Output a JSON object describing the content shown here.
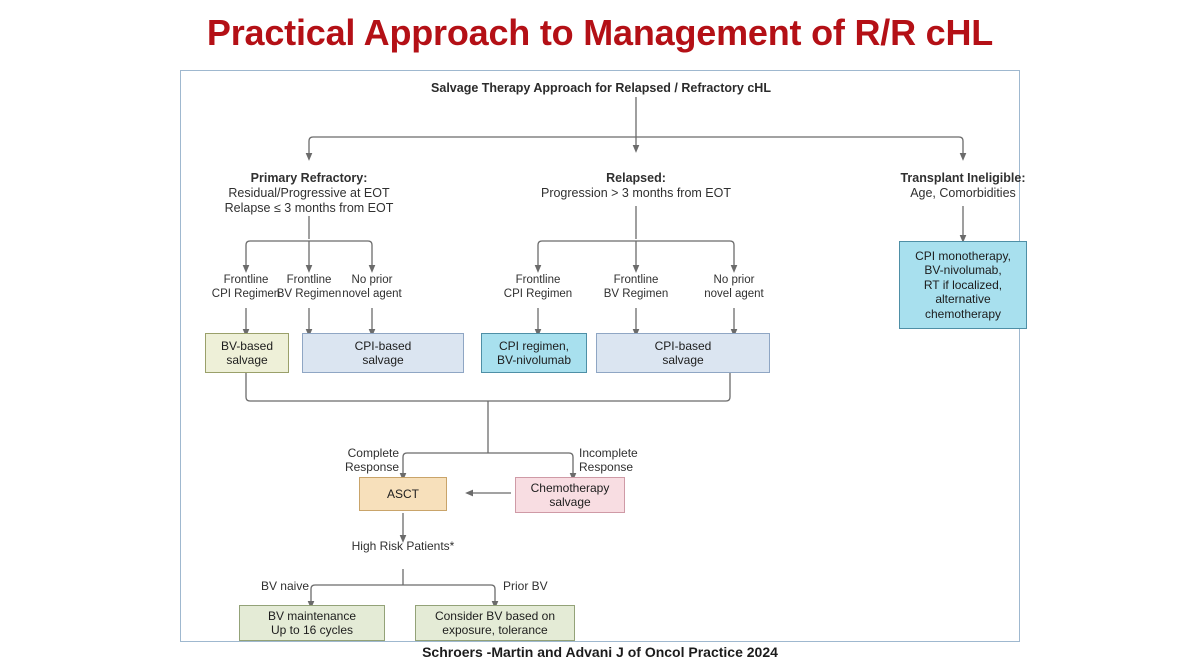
{
  "slide": {
    "title": "Practical Approach to Management of R/R cHL",
    "title_color": "#b41016",
    "citation": "Schroers -Martin and Advani  J of Oncol Practice 2024"
  },
  "figure": {
    "header": "Salvage Therapy Approach for Relapsed / Refractory cHL",
    "border_color": "#9fb8cf",
    "branches": [
      {
        "heading": "Primary Refractory:",
        "detail_line1": "Residual/Progressive at EOT",
        "detail_line2": "Relapse ≤ 3 months from EOT",
        "children": [
          {
            "line1": "Frontline",
            "bold": "CPI",
            "line2_rest": " Regimen"
          },
          {
            "line1": "Frontline",
            "bold": "BV",
            "line2_rest": " Regimen"
          },
          {
            "line1": "No prior",
            "bold": "",
            "line2_rest": "novel agent"
          }
        ]
      },
      {
        "heading": "Relapsed:",
        "detail_line1": "Progression > 3 months from EOT",
        "detail_line2": "",
        "children": [
          {
            "line1": "Frontline",
            "bold": "CPI",
            "line2_rest": " Regimen"
          },
          {
            "line1": "Frontline",
            "bold": "BV",
            "line2_rest": " Regimen"
          },
          {
            "line1": "No prior",
            "bold": "",
            "line2_rest": "novel agent"
          }
        ]
      },
      {
        "heading": "Transplant Ineligible:",
        "detail_line1": "Age, Comorbidities",
        "detail_line2": "",
        "children": []
      }
    ],
    "treatment_boxes": {
      "bv_based": {
        "line1": "BV-based",
        "line2": "salvage",
        "color": "#eef0d8"
      },
      "cpi_based_left": {
        "line1": "CPI-based",
        "line2": "salvage",
        "color": "#dbe5f1"
      },
      "cpi_regimen_bvnivo": {
        "line1": "CPI regimen,",
        "line2": "BV-nivolumab",
        "color": "#a8e0ee"
      },
      "cpi_based_right": {
        "line1": "CPI-based",
        "line2": "salvage",
        "color": "#dbe5f1"
      },
      "transplant_ineligible": {
        "line1": "CPI monotherapy,",
        "line2": "BV-nivolumab,",
        "line3": "RT if localized,",
        "line4": "alternative",
        "line5": "chemotherapy",
        "color": "#a8e0ee"
      }
    },
    "response": {
      "complete_line1": "Complete",
      "complete_line2": "Response",
      "incomplete_line1": "Incomplete",
      "incomplete_line2": "Response",
      "asct": "ASCT",
      "asct_color": "#f7e0bb",
      "chemo_line1": "Chemotherapy",
      "chemo_line2": "salvage",
      "chemo_color": "#f8dde2"
    },
    "high_risk": {
      "heading": "High Risk Patients*",
      "left_label": "BV naive",
      "right_label": "Prior BV",
      "left_box_line1": "BV maintenance",
      "left_box_line2": "Up to 16 cycles",
      "right_box_line1": "Consider BV based on",
      "right_box_line2": "exposure, tolerance",
      "box_color": "#e4ebd6"
    }
  }
}
